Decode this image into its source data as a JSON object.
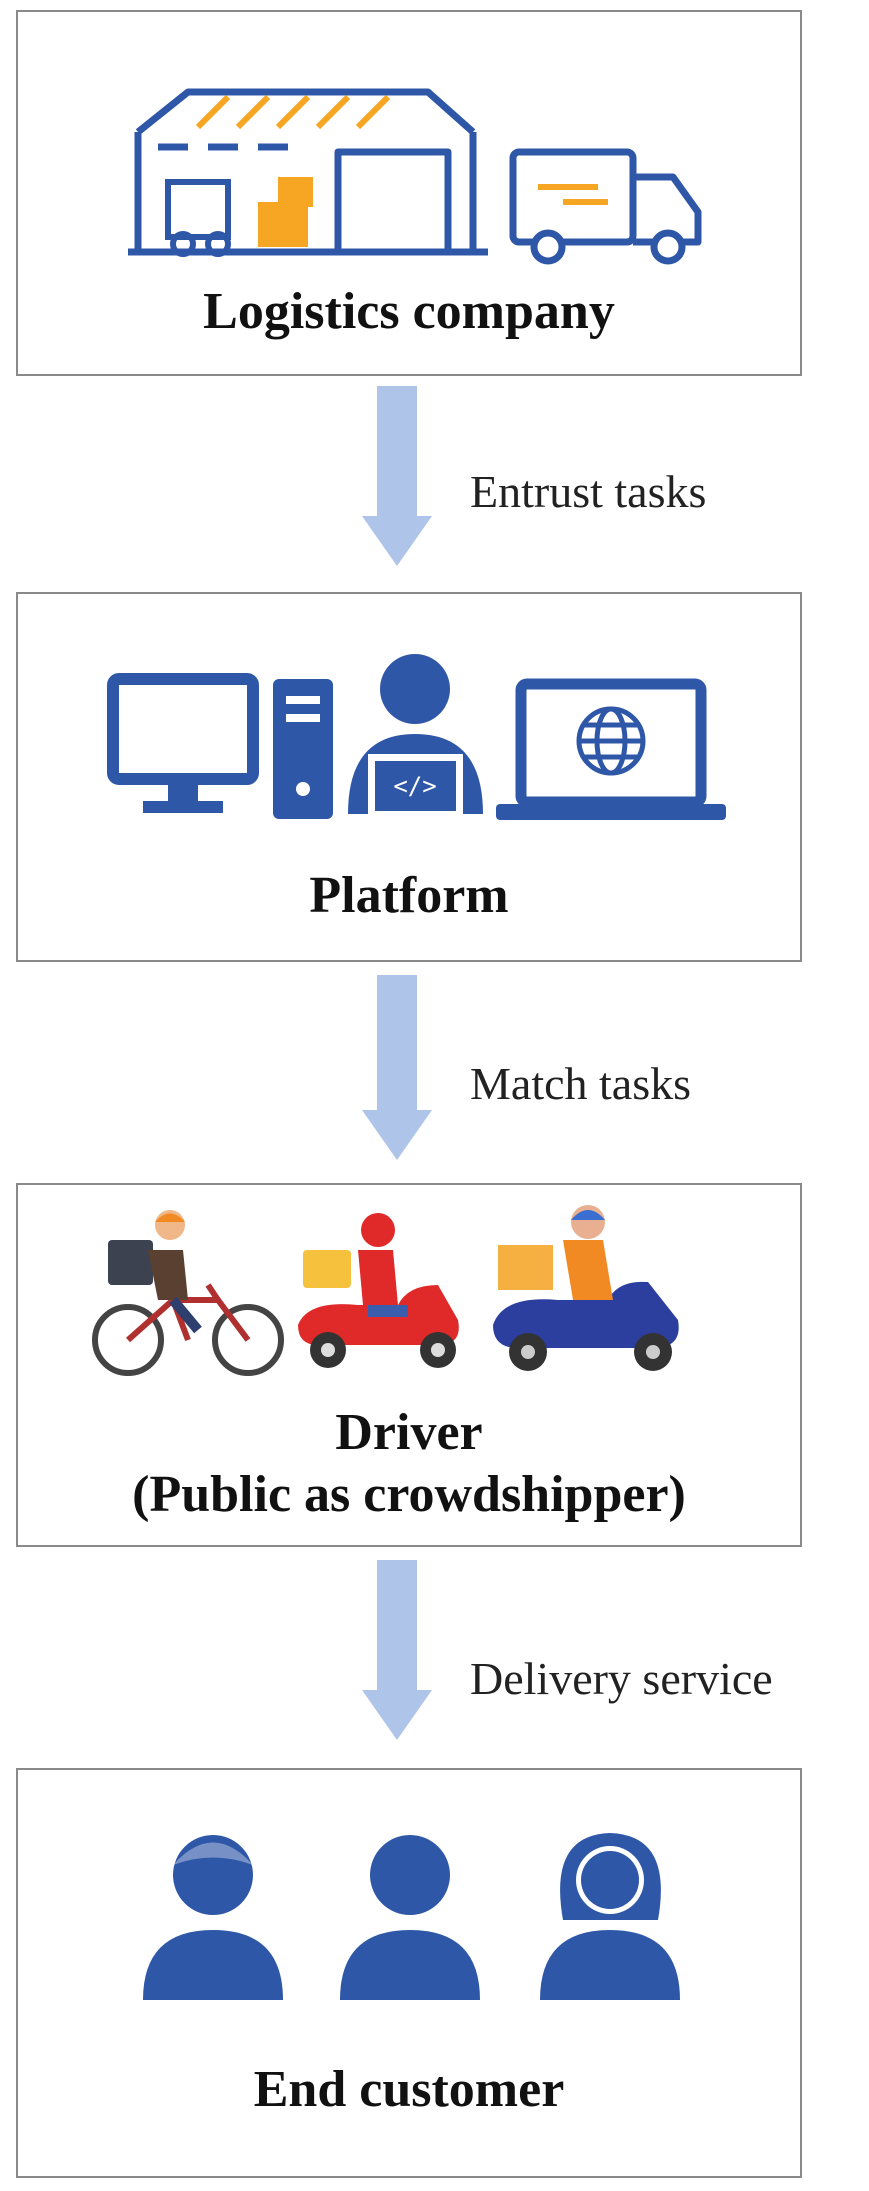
{
  "nodes": [
    {
      "id": "logistics",
      "label": "Logistics company"
    },
    {
      "id": "platform",
      "label": "Platform"
    },
    {
      "id": "driver",
      "label": "Driver",
      "sublabel": "(Public as crowdshipper)"
    },
    {
      "id": "customer",
      "label": "End customer"
    }
  ],
  "edges": [
    {
      "from": "logistics",
      "to": "platform",
      "label": "Entrust tasks"
    },
    {
      "from": "platform",
      "to": "driver",
      "label": "Match tasks"
    },
    {
      "from": "driver",
      "to": "customer",
      "label": "Delivery service"
    }
  ],
  "colors": {
    "icon_blue": "#2f57a8",
    "accent_orange": "#f6a623",
    "arrow": "#aec4e8",
    "border": "#8a8a8a"
  }
}
